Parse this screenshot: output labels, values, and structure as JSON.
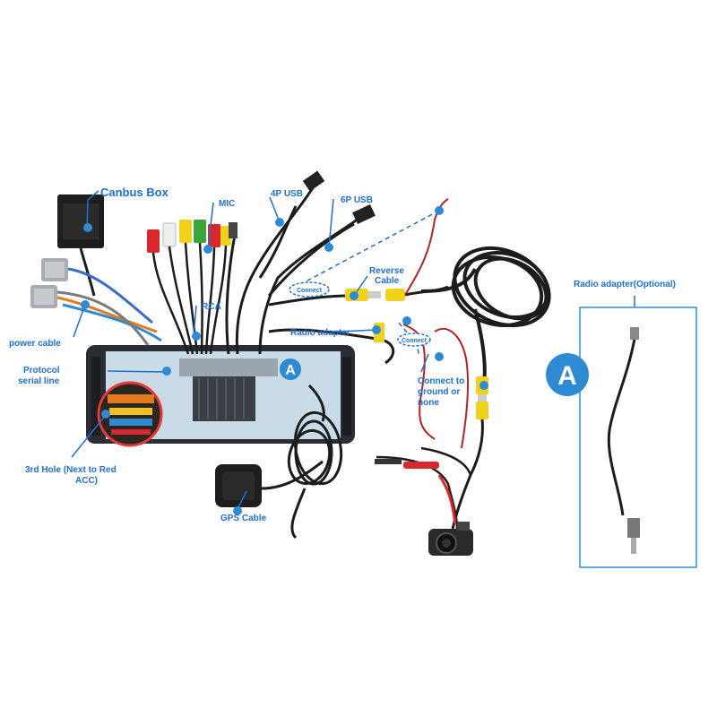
{
  "labels": {
    "canbus_box": "Canbus Box",
    "mic": "MIC",
    "usb_4p": "4P USB",
    "usb_6p": "6P USB",
    "power_cable": "power cable",
    "rca": "RCA",
    "reverse_cable_line1": "Reverse",
    "reverse_cable_line2": "Cable",
    "radio_adapter": "Radio adapter",
    "protocol_line1": "Protocol",
    "protocol_line2": "serial line",
    "ground_line1": "Connect to",
    "ground_line2": "ground or",
    "ground_line3": "none",
    "third_hole_line1": "3rd Hole (Next to Red",
    "third_hole_line2": "ACC)",
    "gps_cable": "GPS Cable",
    "radio_adapter_optional": "Radio adapter(Optional)",
    "connect_1": "Connect",
    "connect_2": "Connect",
    "badge_main": "A",
    "badge_inset": "A"
  },
  "colors": {
    "accent": "#1f6fd1",
    "cable": "#1c1c1c",
    "unit_body": "#2a2d33",
    "unit_panel": "#c9dbe6",
    "rca_red": "#d8282d",
    "rca_yellow": "#f0d21a",
    "rca_green": "#3aa63a",
    "rca_white": "#eeeeee"
  }
}
